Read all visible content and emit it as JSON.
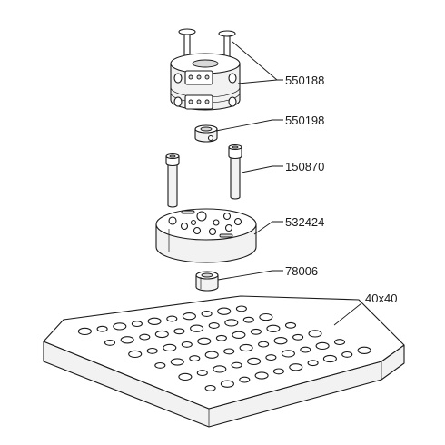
{
  "diagram": {
    "labels": {
      "clamp_module": "550188",
      "bushing": "550198",
      "screws": "150870",
      "base_module": "532424",
      "locating_pin": "78006",
      "grid_plate": "40x40"
    },
    "colors": {
      "line": "#1a1a1a",
      "fill": "#ffffff",
      "shade": "#f2f2f2"
    }
  }
}
